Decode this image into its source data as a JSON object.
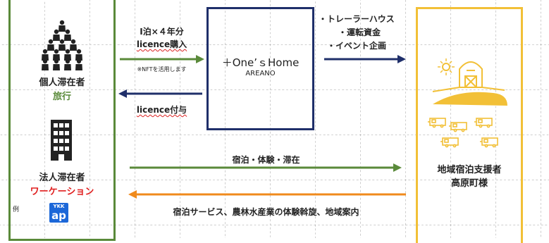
{
  "left": {
    "individual": "個人滞在者",
    "travel": "旅行",
    "corporate": "法人滞在者",
    "workation": "ワーケーション",
    "example": "例",
    "logo_top": "YKK",
    "logo_bottom": "ap"
  },
  "center": {
    "title": "＋One’ｓHome",
    "subtitle": "AREANO"
  },
  "arrows_top": {
    "line1": "Ⅰ泊×４年分",
    "line2": "licence購入",
    "note": "※NFTを活用します",
    "licence_return": "licence付与"
  },
  "right_list": [
    "・トレーラーハウス",
    "・運転資金",
    "・イベント企画"
  ],
  "right": {
    "host": "地域宿泊支援者",
    "town": "高原町様"
  },
  "bottom_flows": {
    "green": "宿泊・体験・滞在",
    "orange": "宿泊サービス、農林水産業の体験斡旋、地域案内"
  },
  "colors": {
    "green": "#5a8a3a",
    "navy": "#1f2f6a",
    "yellow": "#f2c037",
    "orange": "#f08a1c",
    "red": "#e02020",
    "brand_blue": "#1c67d8"
  }
}
